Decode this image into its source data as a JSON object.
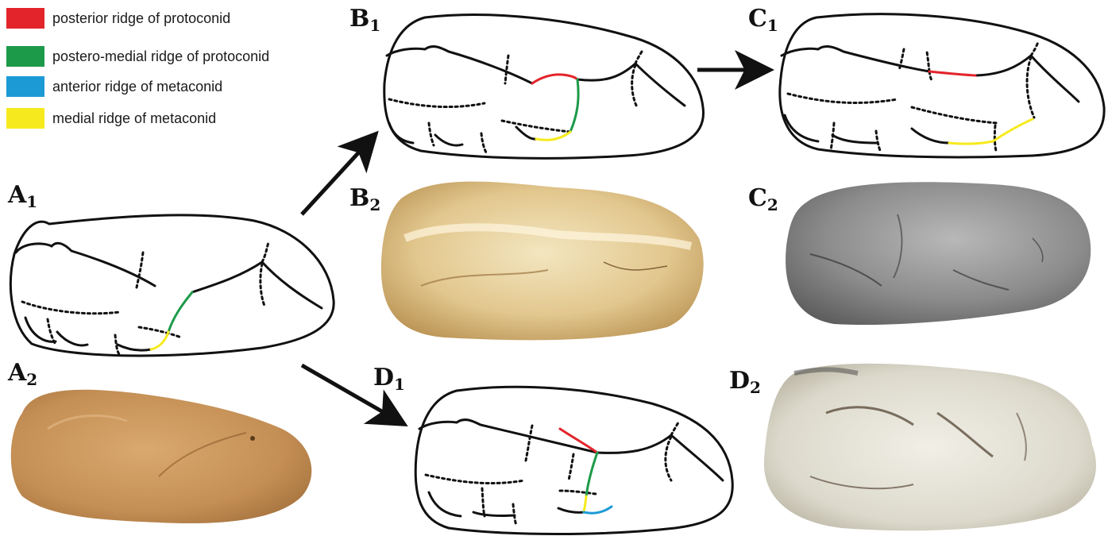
{
  "legend": [
    {
      "label": "posterior ridge of protoconid",
      "color": "#e3242b"
    },
    {
      "label": "postero-medial ridge of protoconid",
      "color": "#1d9a49"
    },
    {
      "label": "anterior ridge of metaconid",
      "color": "#1c9ad6"
    },
    {
      "label": "medial ridge of metaconid",
      "color": "#f6ea1e"
    }
  ],
  "panels": {
    "A1": {
      "letter": "A",
      "sub": "1"
    },
    "A2": {
      "letter": "A",
      "sub": "2"
    },
    "B1": {
      "letter": "B",
      "sub": "1"
    },
    "B2": {
      "letter": "B",
      "sub": "2"
    },
    "C1": {
      "letter": "C",
      "sub": "1"
    },
    "C2": {
      "letter": "C",
      "sub": "2"
    },
    "D1": {
      "letter": "D",
      "sub": "1"
    },
    "D2": {
      "letter": "D",
      "sub": "2"
    }
  },
  "colors": {
    "outline": "#111111",
    "cast_tan": "#c9965e",
    "tooth_yellow": "#e6cf9a",
    "cast_gray": "#8e8e8e",
    "tooth_white": "#e4e2d8"
  }
}
